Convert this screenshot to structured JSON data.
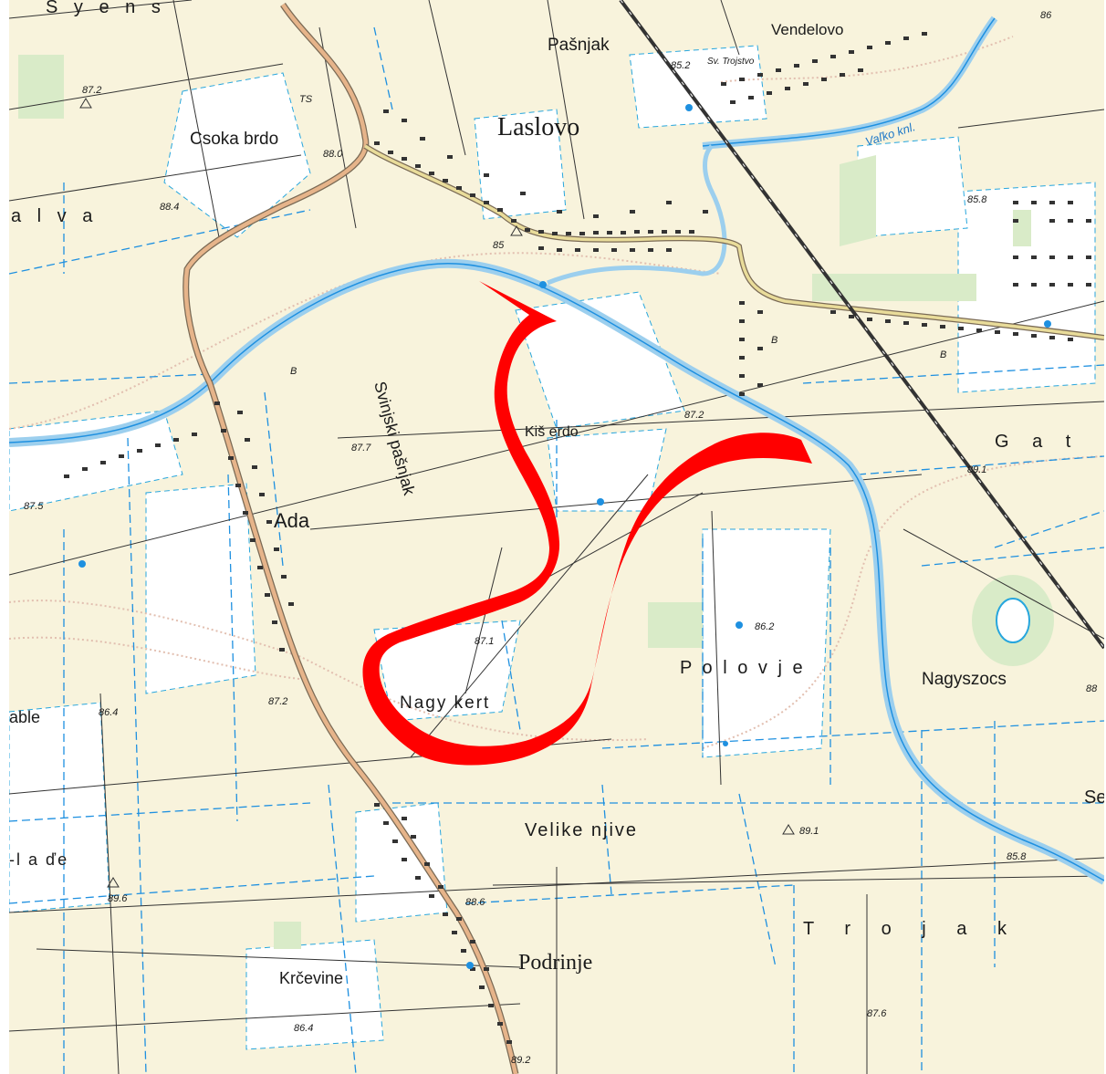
{
  "map": {
    "colors": {
      "background": "#f8f3dc",
      "field_white": "#ffffff",
      "meadow": "#d9ebc8",
      "river": "#9ccfee",
      "water_line": "#1e90e0",
      "road": "#e6b48a",
      "village_road": "#e9dc9a",
      "railway": "#333333",
      "building": "#333333",
      "contour": "#e2bfb0",
      "highlight_route": "#ff0000"
    },
    "settlements": {
      "laslovo": "Laslovo",
      "podrinje": "Podrinje",
      "vendelovo": "Vendelovo",
      "sv_trojstvo": "Sv. Trojstvo"
    },
    "localities": {
      "pasnjak": "Pašnjak",
      "csoka_brdo": "Csoka brdo",
      "alva": "a l v a",
      "svinjski_pasnjak": "Svinjski pašnjak",
      "kis_erdo": "Kiš erdo",
      "ada": "Ada",
      "nagy_kert": "Nagy kert",
      "polovje": "P o l o v j e",
      "nagyszocs": "Nagyszocs",
      "gat": "G a t",
      "velike_njive": "Velike njive",
      "trojak": "T r o j a k",
      "krcevine": "Krčevine",
      "able": "able",
      "lade": "-l a ďe",
      "se": "Se",
      "top_partial": "S y e n s"
    },
    "canal_label": "Vaľko knl.",
    "spot_heights": {
      "h_86_top": "86",
      "h_85_2": "85.2",
      "h_87_2_a": "87.2",
      "h_88_0": "88.0",
      "h_88_4": "88.4",
      "h_85": "85",
      "h_85_8": "85.8",
      "h_87_2_b": "87.2",
      "h_89_1_a": "89.1",
      "h_87_7": "87.7",
      "h_87_5": "87.5",
      "h_87_1": "87.1",
      "h_86_2": "86.2",
      "h_88_partial": "88",
      "h_86_4": "86.4",
      "h_87_2_c": "87.2",
      "h_89_1_b": "89.1",
      "h_85_8_b": "85.8",
      "h_89_6": "89.6",
      "h_88_6": "88.6",
      "h_87_6": "87.6",
      "h_86_4_b": "86.4",
      "h_89_2": "89.2"
    },
    "small_marks": {
      "ts": "TS",
      "b1": "B",
      "b2": "B",
      "b3": "B"
    }
  }
}
